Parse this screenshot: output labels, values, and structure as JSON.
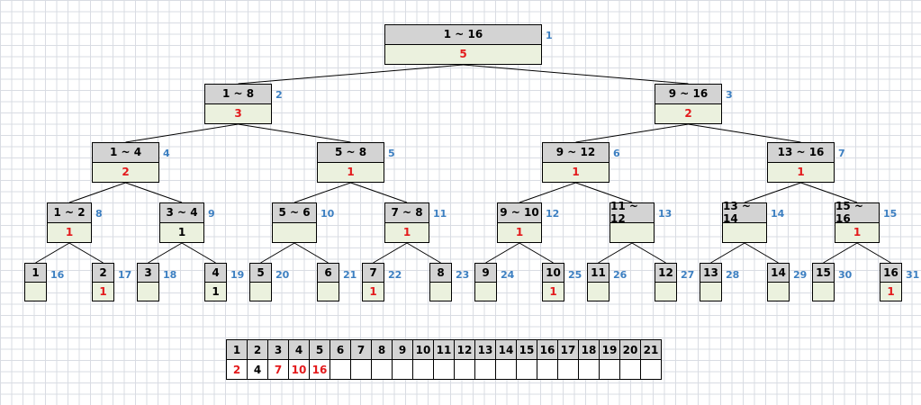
{
  "tree": {
    "nodes": [
      {
        "id": 1,
        "range": "1 ~ 16",
        "value": "5",
        "value_color": "red",
        "index_label": "1"
      },
      {
        "id": 2,
        "range": "1 ~ 8",
        "value": "3",
        "value_color": "red",
        "index_label": "2"
      },
      {
        "id": 3,
        "range": "9 ~ 16",
        "value": "2",
        "value_color": "red",
        "index_label": "3"
      },
      {
        "id": 4,
        "range": "1 ~ 4",
        "value": "2",
        "value_color": "red",
        "index_label": "4"
      },
      {
        "id": 5,
        "range": "5 ~ 8",
        "value": "1",
        "value_color": "red",
        "index_label": "5"
      },
      {
        "id": 6,
        "range": "9 ~ 12",
        "value": "1",
        "value_color": "red",
        "index_label": "6"
      },
      {
        "id": 7,
        "range": "13 ~ 16",
        "value": "1",
        "value_color": "red",
        "index_label": "7"
      },
      {
        "id": 8,
        "range": "1 ~ 2",
        "value": "1",
        "value_color": "red",
        "index_label": "8"
      },
      {
        "id": 9,
        "range": "3 ~ 4",
        "value": "1",
        "value_color": "black",
        "index_label": "9"
      },
      {
        "id": 10,
        "range": "5 ~ 6",
        "value": "",
        "value_color": "black",
        "index_label": "10"
      },
      {
        "id": 11,
        "range": "7 ~ 8",
        "value": "1",
        "value_color": "red",
        "index_label": "11"
      },
      {
        "id": 12,
        "range": "9 ~ 10",
        "value": "1",
        "value_color": "red",
        "index_label": "12"
      },
      {
        "id": 13,
        "range": "11 ~ 12",
        "value": "",
        "value_color": "black",
        "index_label": "13"
      },
      {
        "id": 14,
        "range": "13 ~ 14",
        "value": "",
        "value_color": "black",
        "index_label": "14"
      },
      {
        "id": 15,
        "range": "15 ~ 16",
        "value": "1",
        "value_color": "red",
        "index_label": "15"
      },
      {
        "id": 16,
        "range": "1",
        "value": "",
        "value_color": "black",
        "index_label": "16"
      },
      {
        "id": 17,
        "range": "2",
        "value": "1",
        "value_color": "red",
        "index_label": "17"
      },
      {
        "id": 18,
        "range": "3",
        "value": "",
        "value_color": "black",
        "index_label": "18"
      },
      {
        "id": 19,
        "range": "4",
        "value": "1",
        "value_color": "black",
        "index_label": "19"
      },
      {
        "id": 20,
        "range": "5",
        "value": "",
        "value_color": "black",
        "index_label": "20"
      },
      {
        "id": 21,
        "range": "6",
        "value": "",
        "value_color": "black",
        "index_label": "21"
      },
      {
        "id": 22,
        "range": "7",
        "value": "1",
        "value_color": "red",
        "index_label": "22"
      },
      {
        "id": 23,
        "range": "8",
        "value": "",
        "value_color": "black",
        "index_label": "23"
      },
      {
        "id": 24,
        "range": "9",
        "value": "",
        "value_color": "black",
        "index_label": "24"
      },
      {
        "id": 25,
        "range": "10",
        "value": "1",
        "value_color": "red",
        "index_label": "25"
      },
      {
        "id": 26,
        "range": "11",
        "value": "",
        "value_color": "black",
        "index_label": "26"
      },
      {
        "id": 27,
        "range": "12",
        "value": "",
        "value_color": "black",
        "index_label": "27"
      },
      {
        "id": 28,
        "range": "13",
        "value": "",
        "value_color": "black",
        "index_label": "28"
      },
      {
        "id": 29,
        "range": "14",
        "value": "",
        "value_color": "black",
        "index_label": "29"
      },
      {
        "id": 30,
        "range": "15",
        "value": "",
        "value_color": "black",
        "index_label": "30"
      },
      {
        "id": 31,
        "range": "16",
        "value": "1",
        "value_color": "red",
        "index_label": "31"
      }
    ]
  },
  "array": {
    "headers": [
      "1",
      "2",
      "3",
      "4",
      "5",
      "6",
      "7",
      "8",
      "9",
      "10",
      "11",
      "12",
      "13",
      "14",
      "15",
      "16",
      "17",
      "18",
      "19",
      "20",
      "21"
    ],
    "values": [
      {
        "text": "2",
        "color": "red"
      },
      {
        "text": "4",
        "color": "black"
      },
      {
        "text": "7",
        "color": "red"
      },
      {
        "text": "10",
        "color": "red"
      },
      {
        "text": "16",
        "color": "red"
      },
      {
        "text": "",
        "color": "black"
      },
      {
        "text": "",
        "color": "black"
      },
      {
        "text": "",
        "color": "black"
      },
      {
        "text": "",
        "color": "black"
      },
      {
        "text": "",
        "color": "black"
      },
      {
        "text": "",
        "color": "black"
      },
      {
        "text": "",
        "color": "black"
      },
      {
        "text": "",
        "color": "black"
      },
      {
        "text": "",
        "color": "black"
      },
      {
        "text": "",
        "color": "black"
      },
      {
        "text": "",
        "color": "black"
      },
      {
        "text": "",
        "color": "black"
      },
      {
        "text": "",
        "color": "black"
      },
      {
        "text": "",
        "color": "black"
      },
      {
        "text": "",
        "color": "black"
      },
      {
        "text": "",
        "color": "black"
      }
    ]
  },
  "colors": {
    "red": "#e31a1c",
    "black": "#000000",
    "index_blue": "#3c7fc1",
    "range_bg": "#d3d3d3",
    "value_bg": "#ebf1de"
  }
}
